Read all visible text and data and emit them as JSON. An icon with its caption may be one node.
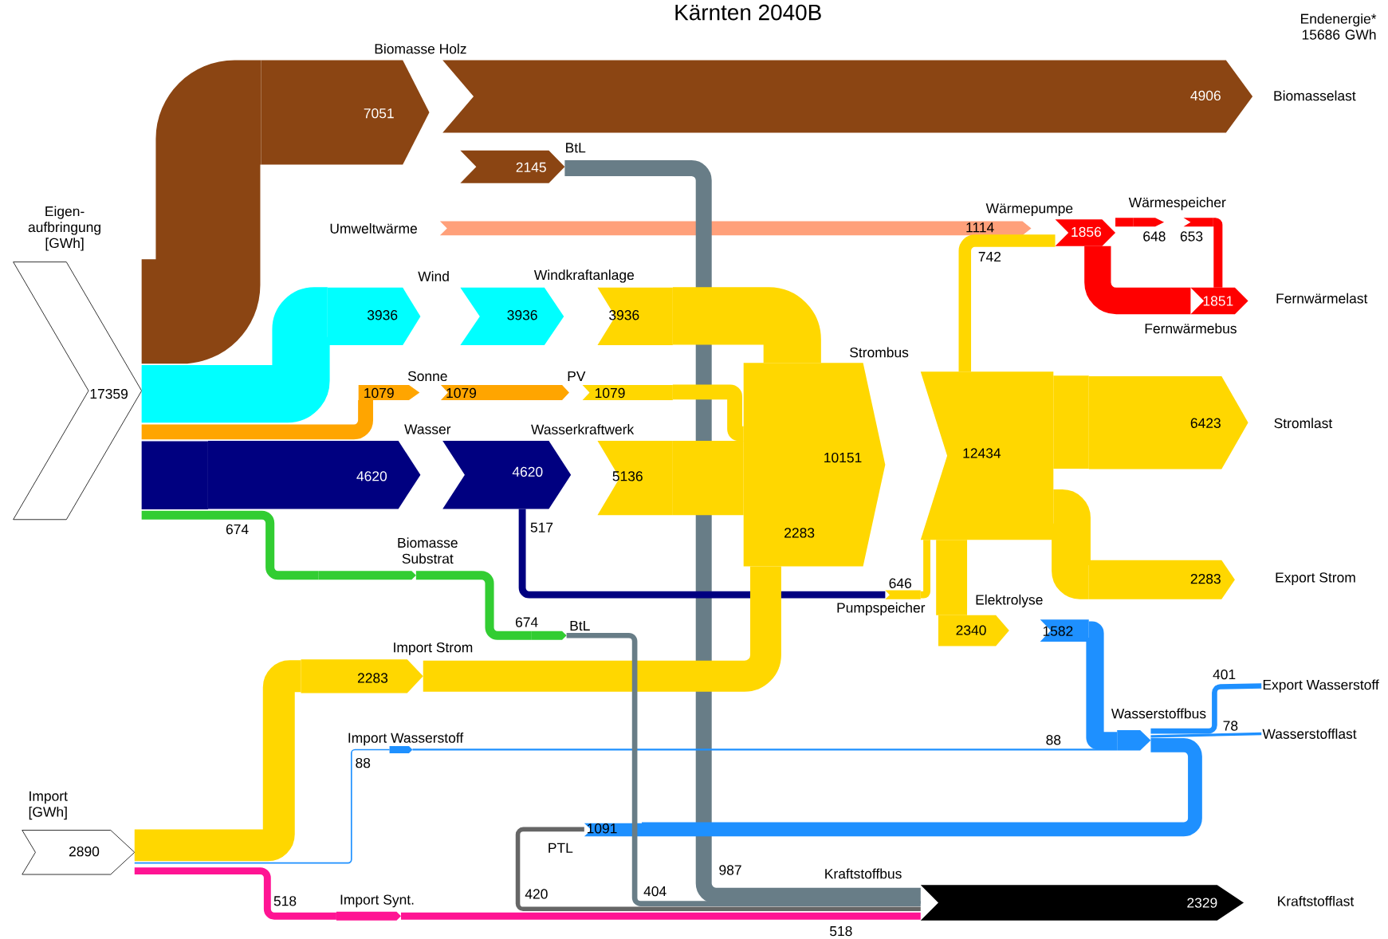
{
  "diagram": {
    "title": "Kärnten 2040B",
    "nodes": [
      {
        "text": [
          "Eigen- aufbringung [GWh]",
          "17359"
        ]
      },
      {
        "text": [
          "Import [GWh]",
          "2890"
        ]
      },
      {
        "text": [
          "7051"
        ],
        "beside": [
          "Biomasse Holz"
        ]
      },
      {
        "text": [
          "4906"
        ],
        "beside": [
          "Biomasselast"
        ]
      },
      {
        "text": [
          "2145"
        ],
        "beside": [
          "BtL"
        ]
      },
      {
        "text": [
          "1114"
        ],
        "beside": [
          "Umweltwärme"
        ]
      },
      {
        "text": [
          "1856"
        ],
        "beside": [
          "Wärmepumpe"
        ]
      },
      {
        "text": [
          "648"
        ],
        "beside": [
          "Wärmespeicher"
        ]
      },
      {
        "text": [
          "653"
        ]
      },
      {
        "text": [
          "1851"
        ],
        "beside": [
          "Fernwärmelast"
        ]
      },
      {
        "text": [
          "3936"
        ],
        "beside": [
          "Wind"
        ]
      },
      {
        "text": [
          "3936"
        ]
      },
      {
        "text": [
          "3936"
        ],
        "beside": [
          "Windkraftanlage"
        ]
      },
      {
        "text": [
          "1079"
        ],
        "beside": [
          "Sonne"
        ]
      },
      {
        "text": [
          "1079"
        ],
        "beside": [
          "PV"
        ]
      },
      {
        "text": [
          "1079"
        ]
      },
      {
        "text": [
          "4620"
        ],
        "beside": [
          "Wasser"
        ]
      },
      {
        "text": [
          "4620"
        ],
        "beside": [
          "Wasserkraftwerk"
        ]
      },
      {
        "text": [
          "5136"
        ]
      },
      {
        "text": [
          "10151"
        ],
        "beside": [
          "Strombus"
        ]
      },
      {
        "text": [
          "12434"
        ]
      },
      {
        "text": [
          "6423"
        ],
        "beside": [
          "Stromlast"
        ]
      },
      {
        "text": [
          "2283"
        ],
        "beside": [
          "Export Strom"
        ]
      },
      {
        "text": [
          "646"
        ],
        "beside": [
          "Pumpspeicher"
        ]
      },
      {
        "text": [
          "2340"
        ],
        "beside": [
          "Elektrolyse"
        ]
      },
      {
        "text": [
          "1582"
        ]
      },
      {
        "text": [
          "Wasserstoffbus"
        ]
      },
      {
        "text": [
          "Export Wasserstoff"
        ]
      },
      {
        "text": [
          "Wasserstofflast"
        ]
      },
      {
        "text": [
          "Import Wasserstoff"
        ]
      },
      {
        "text": [
          "2283"
        ],
        "beside": [
          "Import Strom"
        ]
      },
      {
        "text": [
          "Biomasse Substrat"
        ]
      },
      {
        "text": [
          "674"
        ],
        "beside": [
          "BtL"
        ]
      },
      {
        "text": [
          "1091"
        ],
        "beside": [
          "PTL"
        ]
      },
      {
        "text": [
          "Import Synt."
        ]
      },
      {
        "text": [
          "2329"
        ],
        "beside": [
          "Kraftstofflast"
        ]
      }
    ],
    "edges": [
      {
        "from": 0,
        "to": 2,
        "arrow": "none",
        "color": "#8b4513",
        "style": "thick"
      },
      {
        "from": 4,
        "to": 35,
        "arrow": "none",
        "color": "#687d87",
        "label": "987"
      },
      {
        "from": 20,
        "to": 6,
        "arrow": "none",
        "color": "#ffd700",
        "label": "742"
      },
      {
        "from": 6,
        "to": 9,
        "arrow": "none",
        "color": "#ff0000",
        "style": "thick"
      },
      {
        "from": 6,
        "to": 7,
        "arrow": "none",
        "color": "#ff0000"
      },
      {
        "from": 8,
        "to": 9,
        "arrow": "none",
        "color": "#ff0000"
      },
      {
        "from": 0,
        "to": 10,
        "arrow": "none",
        "color": "#00ffff",
        "style": "thick"
      },
      {
        "from": 12,
        "to": 19,
        "arrow": "none",
        "color": "#ffd700",
        "style": "thick"
      },
      {
        "from": 0,
        "to": 13,
        "arrow": "none",
        "color": "#ffa500"
      },
      {
        "from": 15,
        "to": 19,
        "arrow": "none",
        "color": "#ffd700"
      },
      {
        "from": 0,
        "to": 16,
        "arrow": "none",
        "color": "#000080",
        "style": "thick"
      },
      {
        "from": 18,
        "to": 19,
        "arrow": "none",
        "color": "#ffd700",
        "style": "thick"
      },
      {
        "from": 17,
        "to": 23,
        "arrow": "none",
        "color": "#000080",
        "label": "517"
      },
      {
        "from": 23,
        "to": 20,
        "arrow": "none",
        "color": "#ffd700"
      },
      {
        "from": 20,
        "to": 21,
        "arrow": "none",
        "color": "#ffd700",
        "style": "thick"
      },
      {
        "from": 20,
        "to": 22,
        "arrow": "none",
        "color": "#ffd700",
        "style": "thick"
      },
      {
        "from": 20,
        "to": 24,
        "arrow": "none",
        "color": "#ffd700",
        "style": "thick"
      },
      {
        "from": 25,
        "to": 26,
        "arrow": "none",
        "color": "#1e90ff"
      },
      {
        "from": 26,
        "to": 27,
        "arrow": "none",
        "color": "#1e90ff",
        "label": "401"
      },
      {
        "from": 26,
        "to": 28,
        "arrow": "none",
        "color": "#1e90ff",
        "label": "78"
      },
      {
        "from": 1,
        "to": 29,
        "arrow": "none",
        "color": "#1e90ff",
        "label": "88"
      },
      {
        "from": 29,
        "to": 26,
        "arrow": "none",
        "color": "#1e90ff",
        "label": "88"
      },
      {
        "from": 26,
        "to": 33,
        "arrow": "none",
        "color": "#1e90ff"
      },
      {
        "from": 1,
        "to": 30,
        "arrow": "none",
        "color": "#ffd700",
        "style": "thick"
      },
      {
        "from": 30,
        "to": 19,
        "arrow": "none",
        "color": "#ffd700",
        "label": "2283",
        "style": "thick"
      },
      {
        "from": 0,
        "to": 31,
        "arrow": "none",
        "color": "#32cd32",
        "label": "674"
      },
      {
        "from": 31,
        "to": 32,
        "arrow": "none",
        "color": "#32cd32"
      },
      {
        "from": 32,
        "to": 35,
        "arrow": "none",
        "color": "#687d87",
        "label": "404"
      },
      {
        "from": 33,
        "to": 35,
        "arrow": "none",
        "color": "#666666",
        "label": "420"
      },
      {
        "from": 1,
        "to": 34,
        "arrow": "none",
        "color": "#ff1493",
        "label": "518"
      },
      {
        "from": 34,
        "to": 35,
        "arrow": "none",
        "color": "#ff1493",
        "label": "518"
      }
    ],
    "labels": [
      "Endenergie* 15686 GWh",
      "Fernwärmebus",
      "Kraftstoffbus"
    ]
  }
}
